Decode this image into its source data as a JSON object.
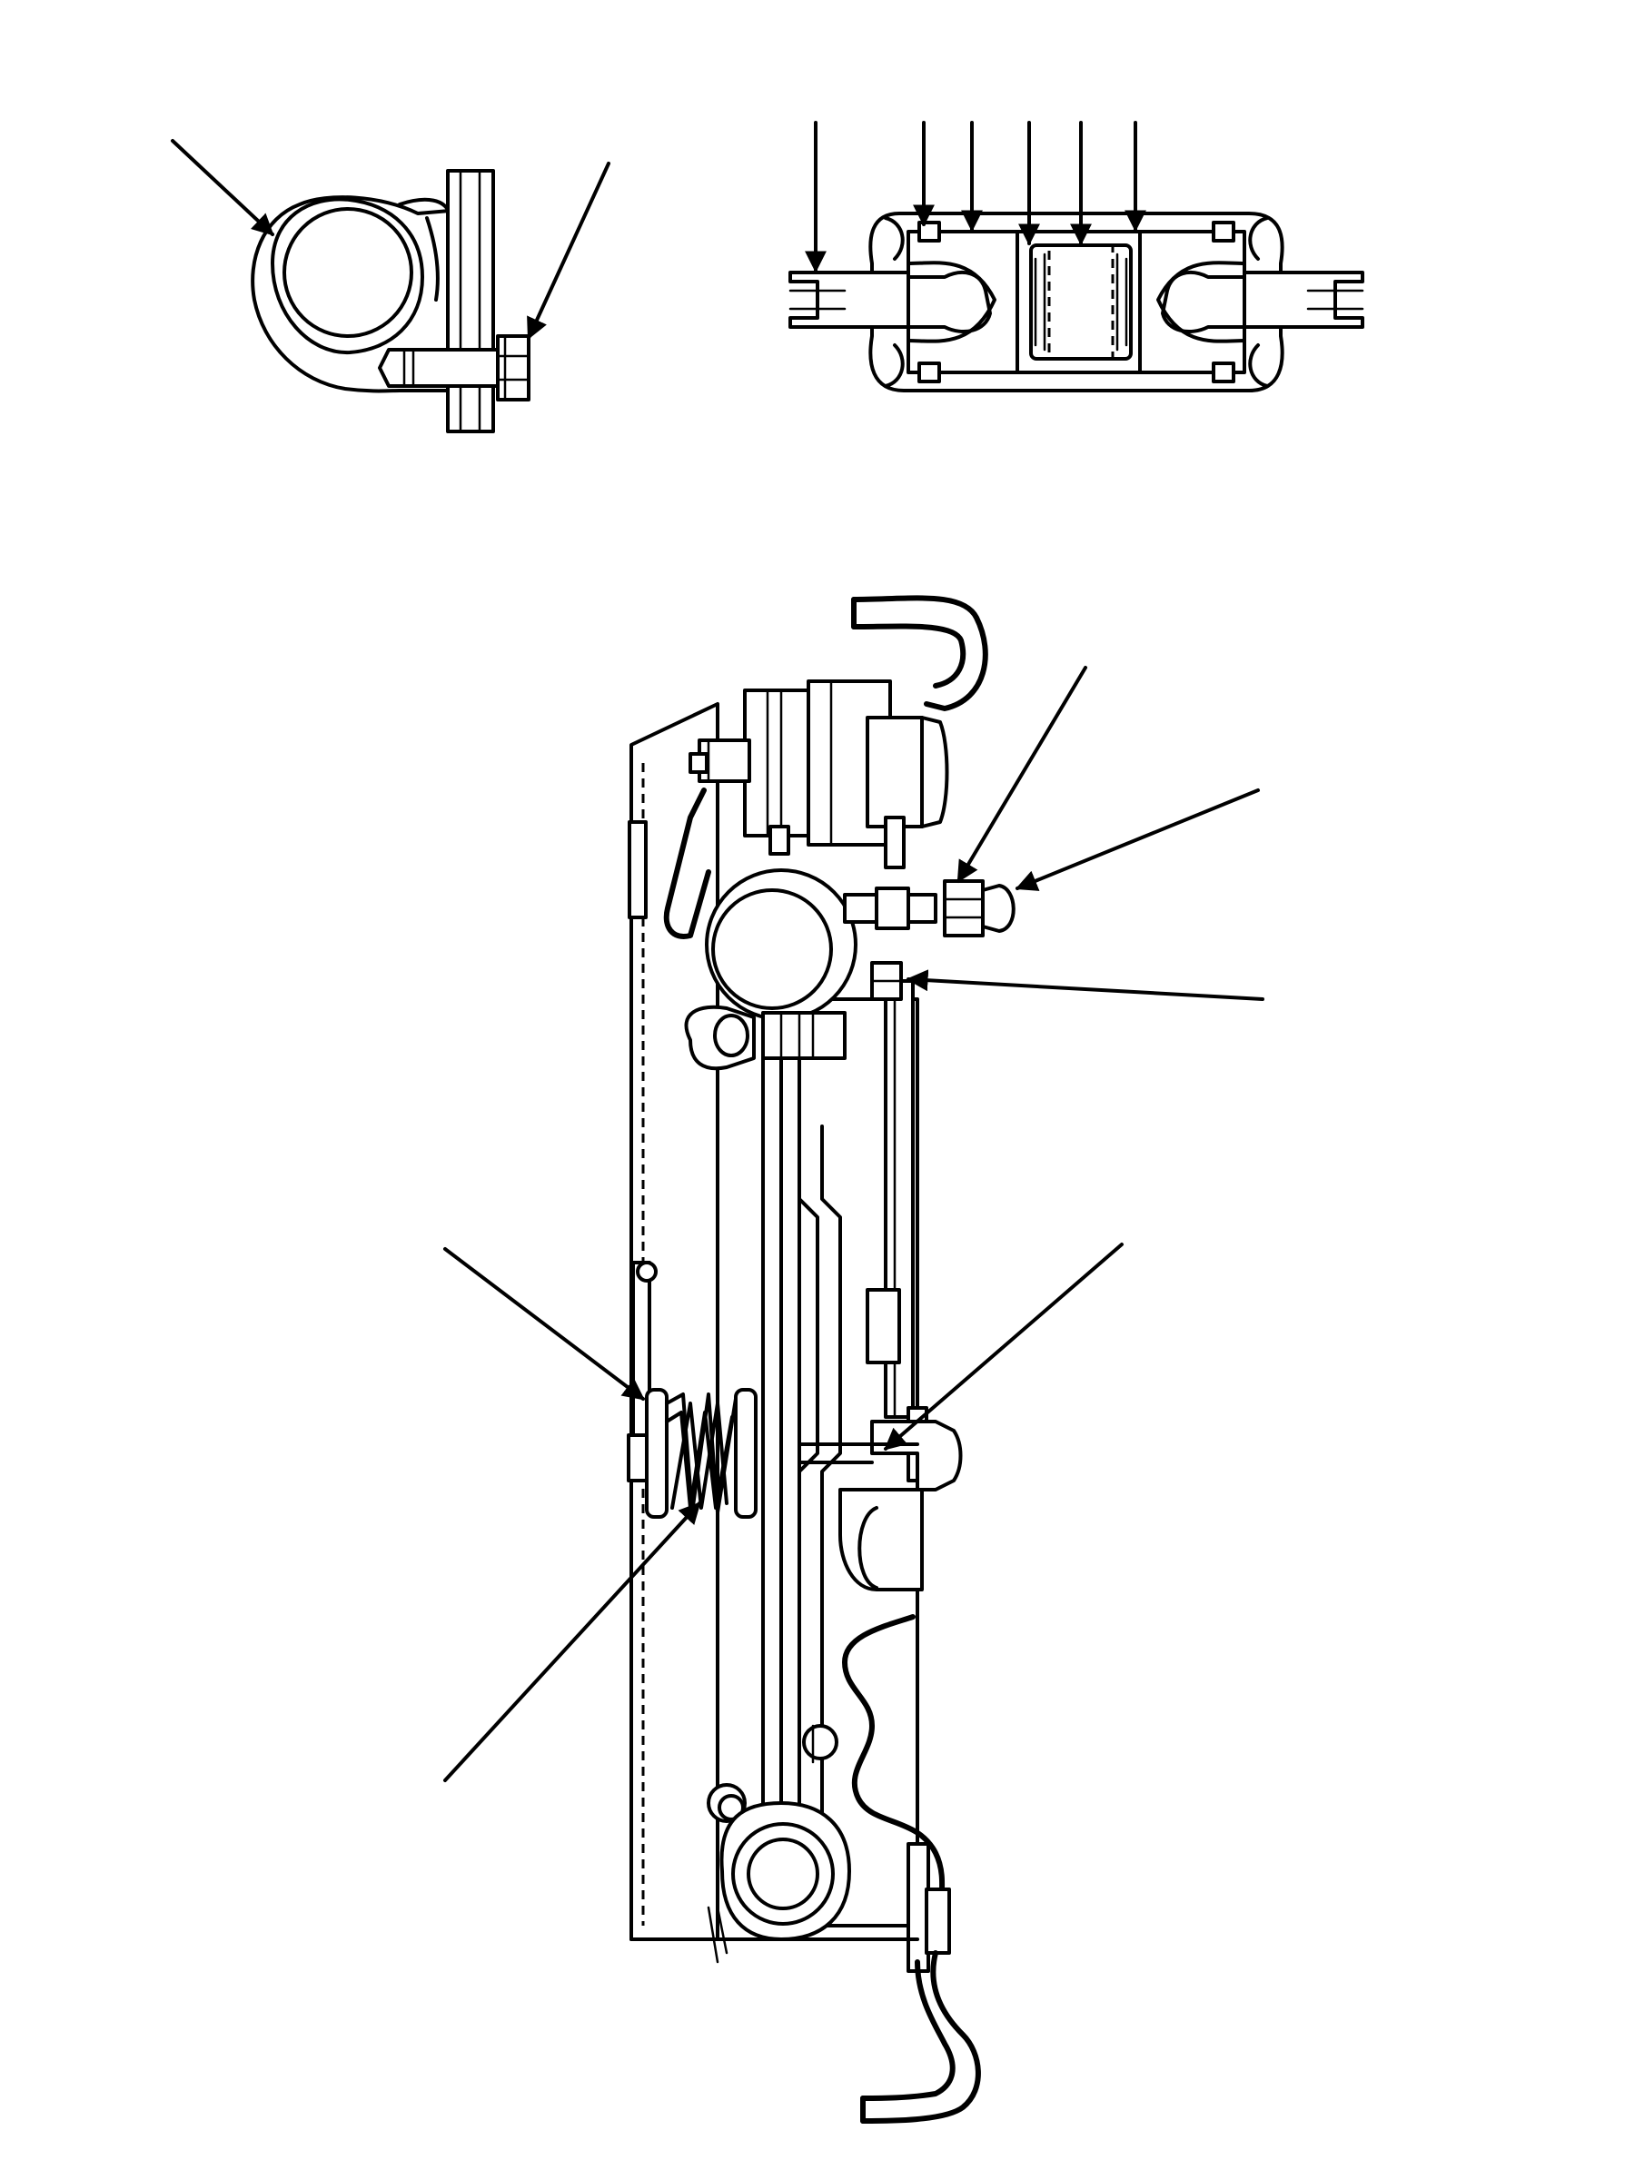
{
  "colors": {
    "ink": "#000000",
    "paper": "#ffffff"
  },
  "views": [
    {
      "view": "clamp-end-view"
    },
    {
      "view": "coupling-top-view"
    },
    {
      "view": "mechanism-side-view"
    }
  ]
}
